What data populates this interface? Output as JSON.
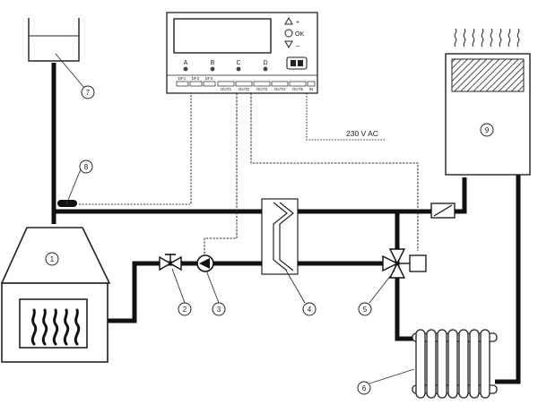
{
  "controller": {
    "buttons": {
      "plus": "+",
      "ok": "OK",
      "minus": "–"
    },
    "channels": [
      "A",
      "B",
      "C",
      "D"
    ],
    "inputs": [
      "DF1",
      "DF2",
      "DF3"
    ],
    "outputs": [
      "OUT1",
      "OUT2",
      "OUT3",
      "OUT4",
      "OUT5"
    ],
    "in_label": "IN"
  },
  "power_label": "230 V AC",
  "callouts": [
    "1",
    "2",
    "3",
    "4",
    "5",
    "6",
    "7",
    "8",
    "9"
  ],
  "colors": {
    "pipe": "#111111",
    "line": "#333333",
    "fill": "#ffffff"
  }
}
